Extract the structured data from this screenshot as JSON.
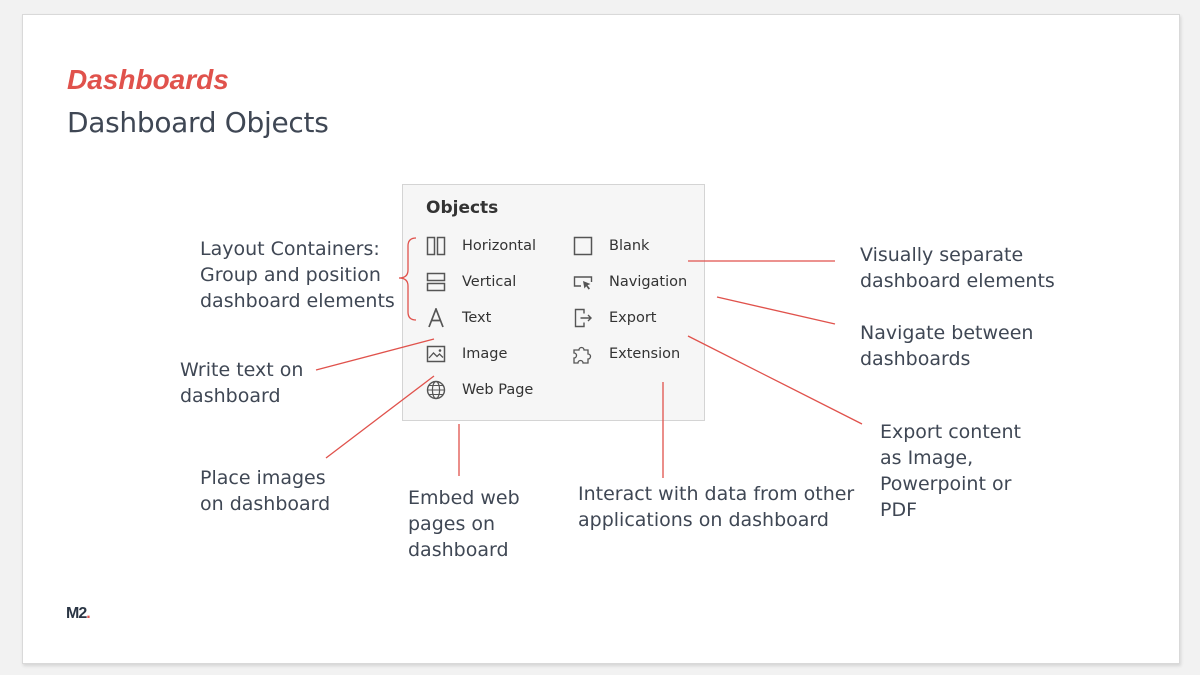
{
  "header": {
    "title": "Dashboards",
    "subtitle": "Dashboard Objects"
  },
  "panel": {
    "title": "Objects",
    "items": [
      {
        "label": "Horizontal",
        "icon": "horizontal-container-icon"
      },
      {
        "label": "Vertical",
        "icon": "vertical-container-icon"
      },
      {
        "label": "Text",
        "icon": "text-icon"
      },
      {
        "label": "Image",
        "icon": "image-icon"
      },
      {
        "label": "Web Page",
        "icon": "globe-icon"
      },
      {
        "label": "Blank",
        "icon": "blank-icon"
      },
      {
        "label": "Navigation",
        "icon": "navigation-icon"
      },
      {
        "label": "Export",
        "icon": "export-icon"
      },
      {
        "label": "Extension",
        "icon": "puzzle-icon"
      }
    ]
  },
  "annotations": {
    "layout": [
      "Layout Containers:",
      "Group and position",
      "dashboard elements"
    ],
    "text": [
      "Write text on",
      "dashboard"
    ],
    "image": [
      "Place images",
      "on dashboard"
    ],
    "webpage": [
      "Embed web",
      "pages on",
      "dashboard"
    ],
    "extension": [
      "Interact with data from other",
      "applications on dashboard"
    ],
    "blank": [
      "Visually separate",
      "dashboard elements"
    ],
    "navigation": [
      "Navigate between",
      "dashboards"
    ],
    "export": [
      "Export content",
      "as Image,",
      "Powerpoint or",
      "PDF"
    ]
  },
  "footer": {
    "logo_text": "M2",
    "logo_dot": "."
  },
  "colors": {
    "accent": "#e0524c",
    "text": "#3f4754",
    "panel_bg": "#f6f6f6"
  }
}
